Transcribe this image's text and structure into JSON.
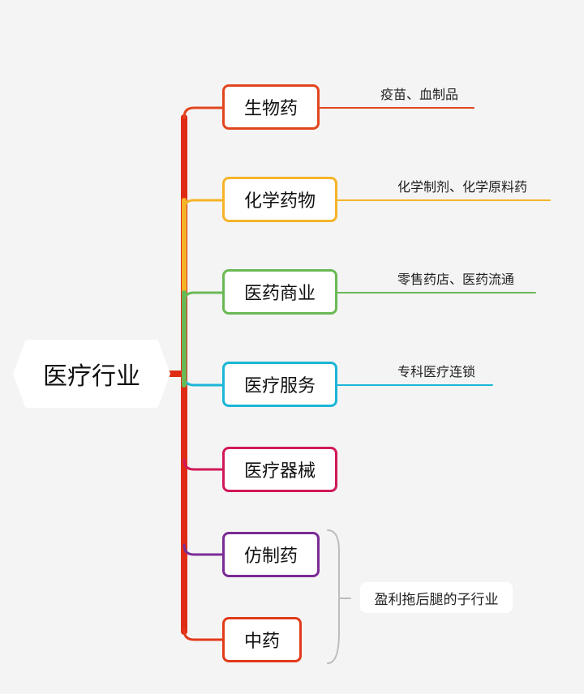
{
  "root": {
    "label": "医疗行业"
  },
  "branches": [
    {
      "id": "bio",
      "label": "生物药",
      "detail": "疫苗、血制品",
      "color": "#e2461f"
    },
    {
      "id": "chem",
      "label": "化学药物",
      "detail": "化学制剂、化学原料药",
      "color": "#f5b428"
    },
    {
      "id": "commerce",
      "label": "医药商业",
      "detail": "零售药店、医药流通",
      "color": "#6ab955"
    },
    {
      "id": "service",
      "label": "医疗服务",
      "detail": "专科医疗连锁",
      "color": "#1cb6d6"
    },
    {
      "id": "device",
      "label": "医疗器械",
      "detail": "",
      "color": "#d0185a"
    },
    {
      "id": "generic",
      "label": "仿制药",
      "detail": "",
      "color": "#7b2c96"
    },
    {
      "id": "tcm",
      "label": "中药",
      "detail": "",
      "color": "#e23a1b"
    }
  ],
  "annotation": {
    "text": "盈利拖后腿的子行业",
    "color": "#bdbdbd"
  },
  "trunk_color": "#e02b14"
}
